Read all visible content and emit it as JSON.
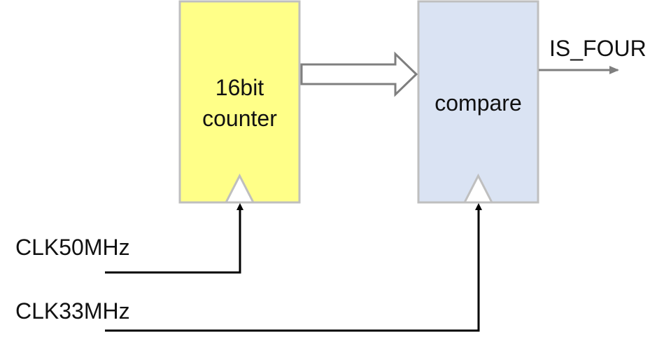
{
  "blocks": {
    "counter": {
      "line1": "16bit",
      "line2": "counter",
      "fill": "#ffff88",
      "stroke": "#bfbfbf"
    },
    "compare": {
      "label": "compare",
      "fill": "#dae3f3",
      "stroke": "#bfbfbf"
    }
  },
  "signals": {
    "clk50": "CLK50MHz",
    "clk33": "CLK33MHz",
    "output": "IS_FOUR"
  },
  "colors": {
    "wire": "#000000",
    "output_arrow": "#7f7f7f",
    "bus_arrow": "#7f7f7f"
  }
}
